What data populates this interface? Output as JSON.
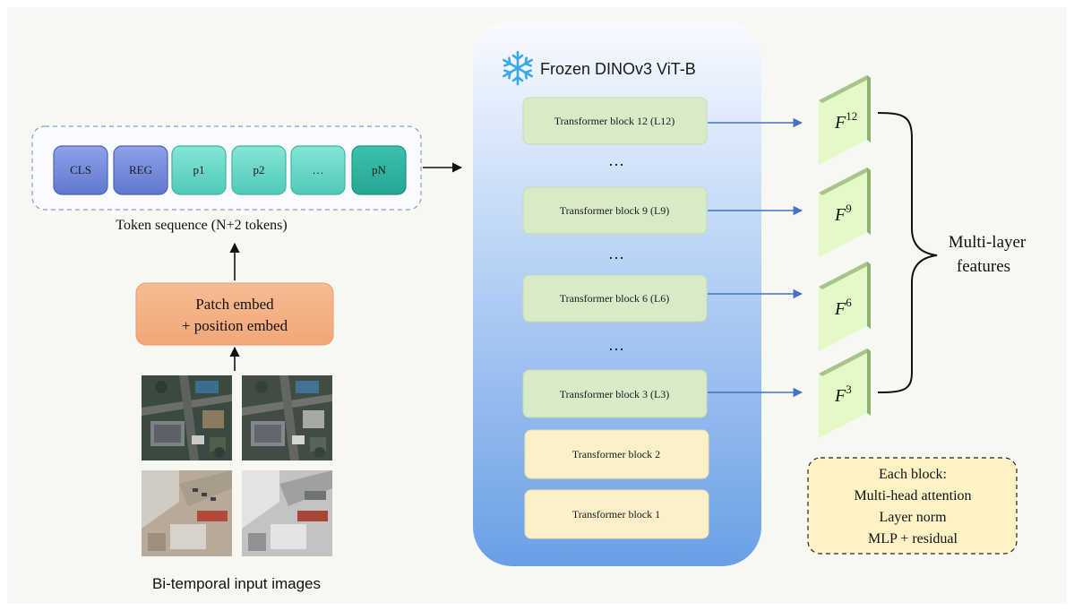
{
  "tokens": {
    "items": [
      "CLS",
      "REG",
      "p1",
      "p2",
      "…",
      "pN"
    ],
    "caption": "Token sequence (N+2 tokens)"
  },
  "embed": {
    "line1": "Patch embed",
    "line2": "+ position embed"
  },
  "inputs": {
    "caption": "Bi-temporal input images"
  },
  "vit": {
    "title": "Frozen DINOv3 ViT-B",
    "icon": "snowflake-icon",
    "blocks": [
      "Transformer block 12 (L12)",
      "Transformer block 9 (L9)",
      "Transformer block 6 (L6)",
      "Transformer block 3 (L3)",
      "Transformer block 2",
      "Transformer block 1"
    ],
    "ellipsis": "…"
  },
  "features": {
    "base": "F",
    "layers": [
      "12",
      "9",
      "6",
      "3"
    ],
    "label_line1": "Multi-layer",
    "label_line2": "features"
  },
  "legend": {
    "lines": [
      "Each block:",
      "Multi-head attention",
      "Layer norm",
      "MLP + residual"
    ]
  },
  "colors": {
    "background": "#f8f8f3",
    "cls_token": "#6f86d8",
    "patch_token": "#5fd6c4",
    "pN_token": "#2fb3a0",
    "embed": "#f4b083",
    "block_selected": "#d8ebc9",
    "block_plain": "#fbf0c8",
    "feature": "#e3fac6",
    "arrow": "#4472c4"
  }
}
